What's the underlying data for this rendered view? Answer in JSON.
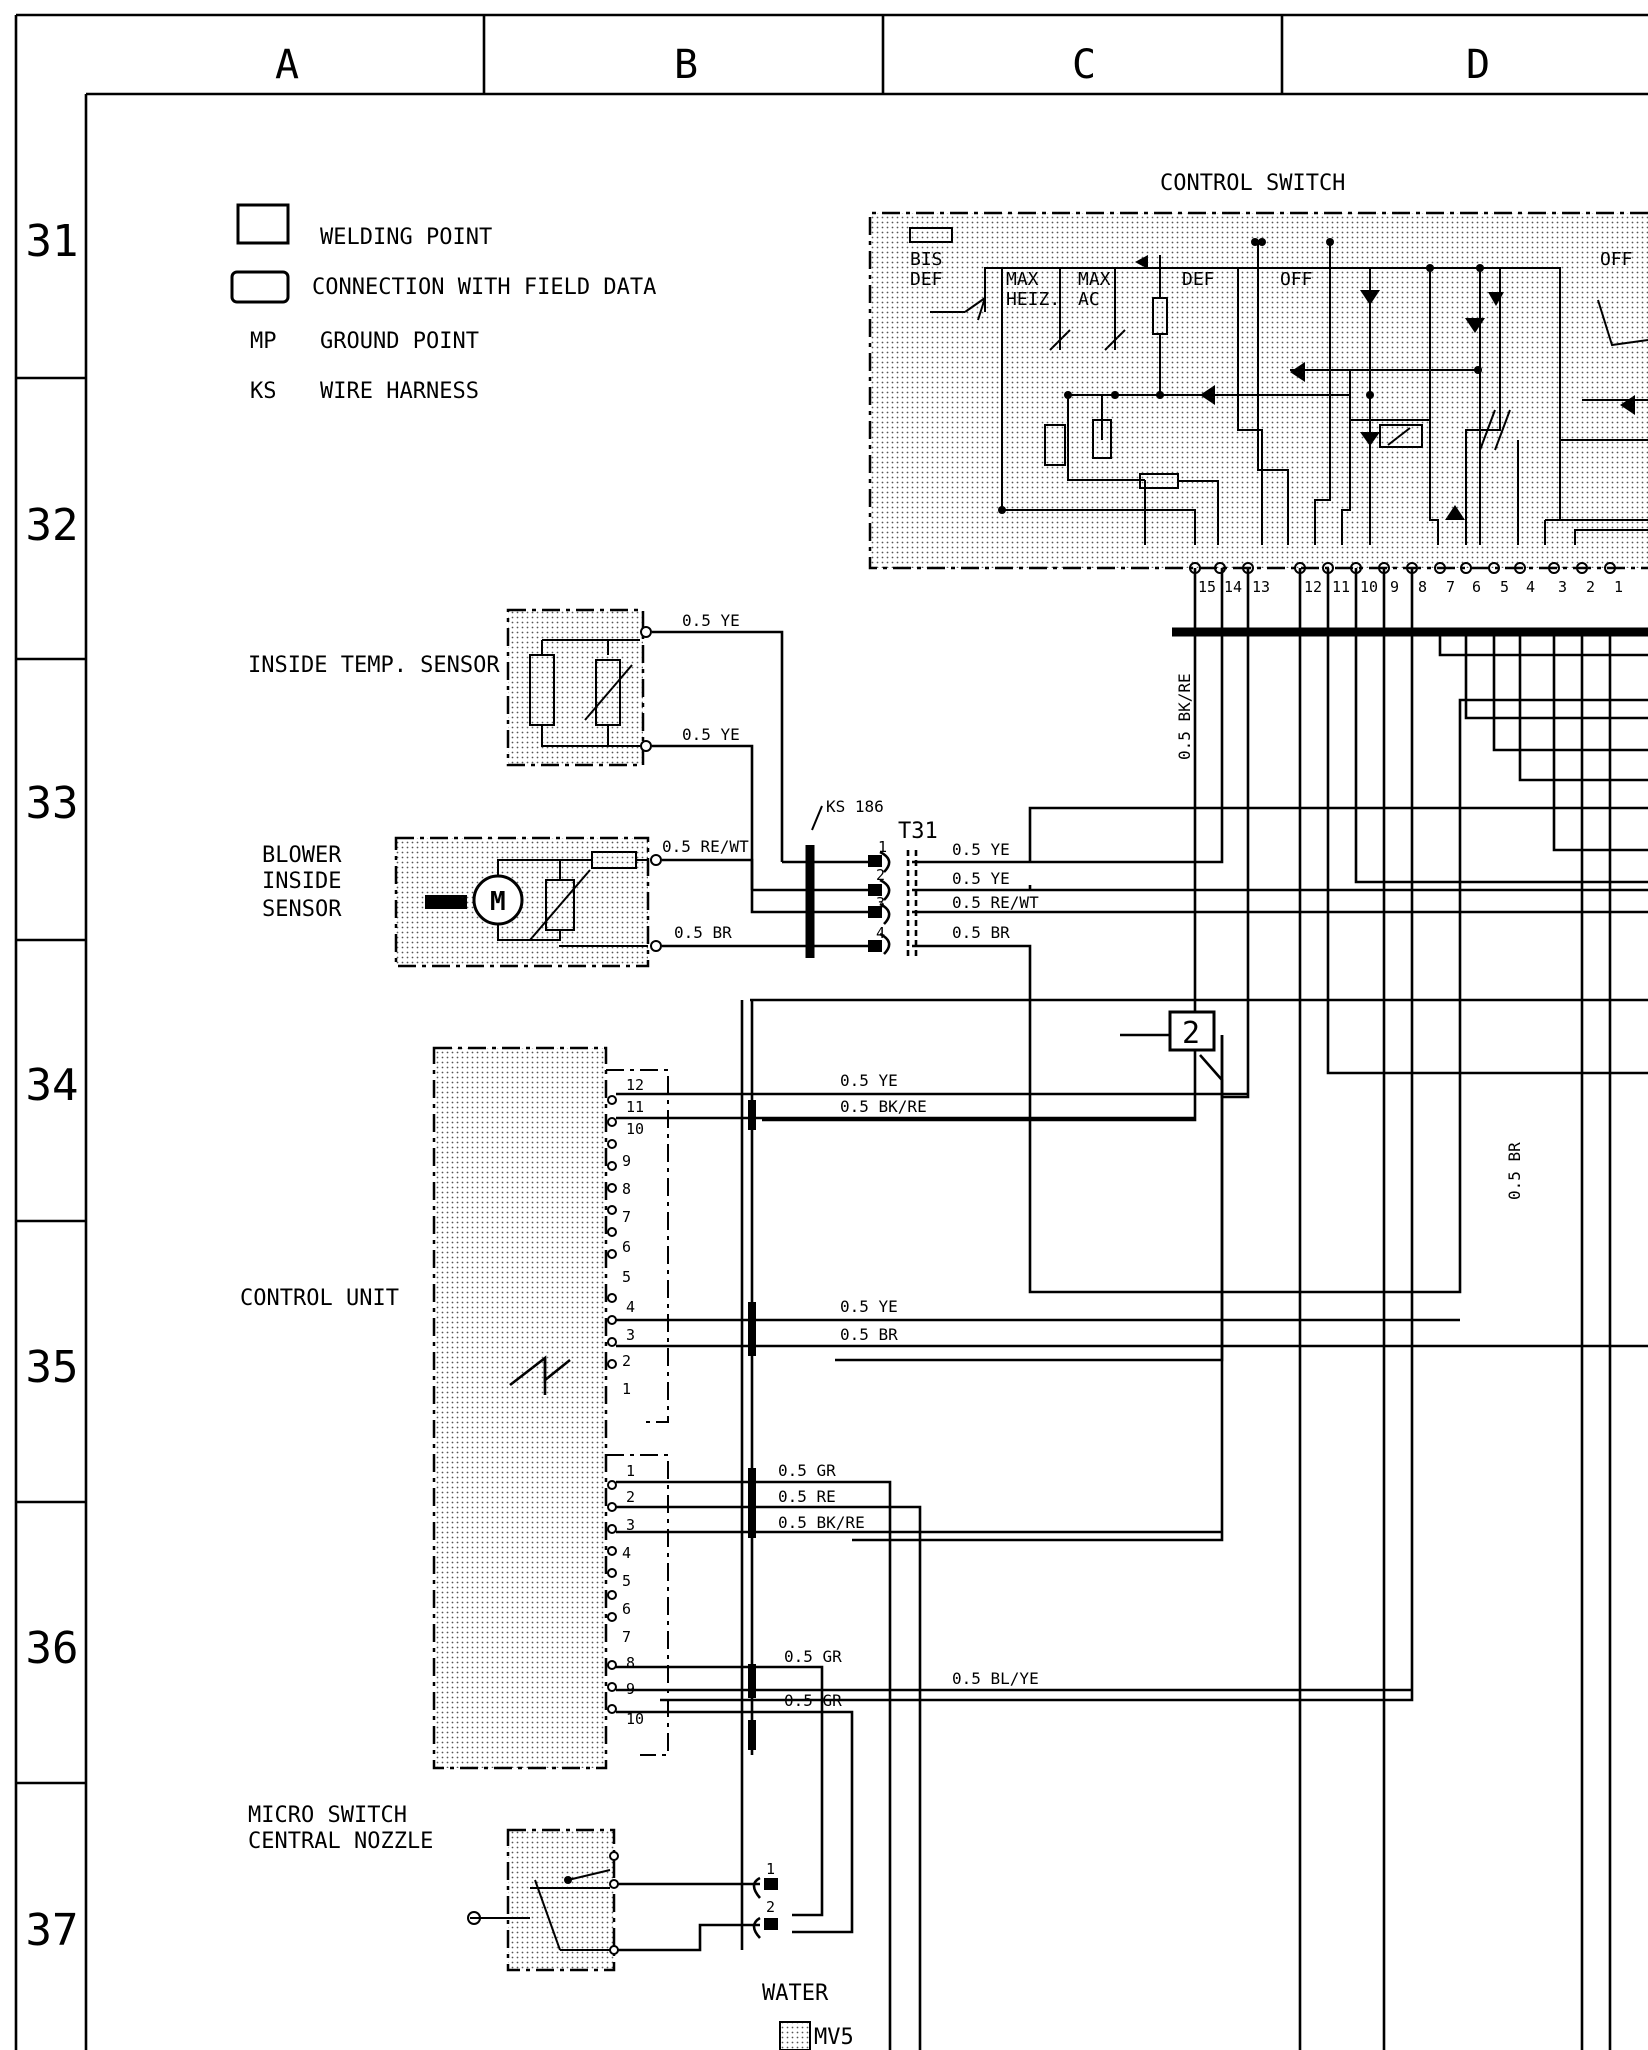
{
  "grid": {
    "columns": [
      "A",
      "B",
      "C",
      "D"
    ],
    "rows": [
      "31",
      "32",
      "33",
      "34",
      "35",
      "36",
      "37"
    ]
  },
  "legend": [
    {
      "symbol": "box",
      "text": "WELDING POINT"
    },
    {
      "symbol": "rounded-box",
      "text": "CONNECTION WITH FIELD DATA"
    },
    {
      "symbol": "MP",
      "text": "GROUND POINT"
    },
    {
      "symbol": "KS",
      "text": "WIRE HARNESS"
    }
  ],
  "components": {
    "control_switch": {
      "title": "CONTROL SWITCH",
      "labels": [
        "BIS",
        "DEF",
        "MAX",
        "HEIZ.",
        "MAX",
        "AC",
        "DEF",
        "OFF",
        "OFF"
      ],
      "pins": [
        "15",
        "14",
        "13",
        "12",
        "11",
        "10",
        "9",
        "8",
        "7",
        "6",
        "5",
        "4",
        "3",
        "2",
        "1"
      ]
    },
    "inside_temp_sensor": {
      "title": "INSIDE TEMP. SENSOR"
    },
    "blower": {
      "title_lines": [
        "BLOWER",
        "INSIDE",
        "SENSOR"
      ],
      "motor": "M"
    },
    "harness": {
      "name": "KS 186",
      "connector": "T31",
      "pins": [
        "1",
        "2",
        "3",
        "4"
      ]
    },
    "welding_point": {
      "number": "2"
    },
    "control_unit": {
      "title": "CONTROL UNIT",
      "upper_pins": [
        "12",
        "11",
        "10",
        "9",
        "8",
        "7",
        "6",
        "5",
        "4",
        "3",
        "2",
        "1"
      ],
      "lower_pins": [
        "1",
        "2",
        "3",
        "4",
        "5",
        "6",
        "7",
        "8",
        "9",
        "10"
      ]
    },
    "micro_switch": {
      "title_lines": [
        "MICRO SWITCH",
        "CENTRAL NOZZLE"
      ],
      "pins": [
        "1",
        "2"
      ]
    },
    "water": {
      "title": "WATER",
      "valve": "MV5"
    }
  },
  "wires": {
    "sensor_top": "0.5 YE",
    "sensor_bottom": "0.5 YE",
    "blower_top": "0.5 RE/WT",
    "blower_bottom": "0.5 BR",
    "t31_1": "0.5 YE",
    "t31_2": "0.5 YE",
    "t31_3": "0.5 RE/WT",
    "t31_4": "0.5 BR",
    "vertical_bkre": "0.5 BK/RE",
    "vertical_br": "0.5 BR",
    "cu_12": "0.5 YE",
    "cu_11": "0.5 BK/RE",
    "cu_4": "0.5 YE",
    "cu_3": "0.5 BR",
    "cu_b1": "0.5 GR",
    "cu_b2": "0.5 RE",
    "cu_b3": "0.5 BK/RE",
    "cu_b8": "0.5 GR",
    "cu_b9": "0.5 BL/YE",
    "cu_b10": "0.5 GR"
  }
}
